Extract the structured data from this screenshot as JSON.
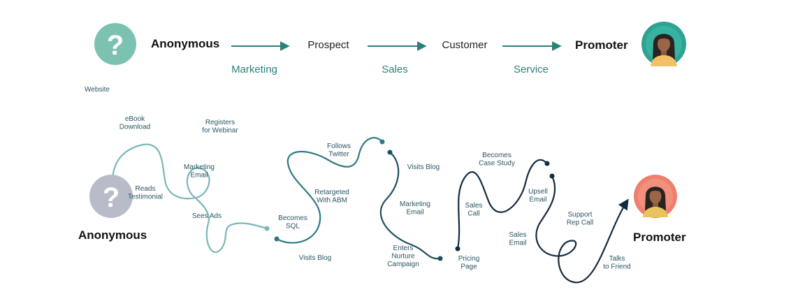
{
  "colors": {
    "teal": "#2d7f78",
    "teal_light": "#79b7b8",
    "teal_mid": "#2f7a80",
    "teal_dark": "#1d4f5e",
    "navy": "#142a3f",
    "unknown_teal": "#7cc2b3",
    "unknown_gray": "#b7bcc8",
    "promoter_teal": "#2fa391",
    "promoter_coral": "#ef7f6d"
  },
  "top_flow": {
    "start_label": "Anonymous",
    "stages": [
      "Prospect",
      "Customer"
    ],
    "end_label": "Promoter",
    "teams": [
      "Marketing",
      "Sales",
      "Service"
    ],
    "start_icon": "question-icon",
    "end_icon": "person-icon"
  },
  "journey": {
    "start_label": "Anonymous",
    "end_label": "Promoter",
    "touchpoints": [
      {
        "id": "website",
        "lines": [
          "Website"
        ]
      },
      {
        "id": "ebook",
        "lines": [
          "eBook",
          "Download"
        ]
      },
      {
        "id": "webinar",
        "lines": [
          "Registers",
          "for Webinar"
        ]
      },
      {
        "id": "testimonial",
        "lines": [
          "Reads",
          "Testimonial"
        ]
      },
      {
        "id": "marketing-email-1",
        "lines": [
          "Marketing",
          "Email"
        ]
      },
      {
        "id": "sees-ads",
        "lines": [
          "Sees Ads"
        ]
      },
      {
        "id": "becomes-sql",
        "lines": [
          "Becomes",
          "SQL"
        ]
      },
      {
        "id": "visits-blog-1",
        "lines": [
          "Visits Blog"
        ]
      },
      {
        "id": "retargeted",
        "lines": [
          "Retargeted",
          "With ABM"
        ]
      },
      {
        "id": "follows-twitter",
        "lines": [
          "Follows",
          "Twitter"
        ]
      },
      {
        "id": "visits-blog-2",
        "lines": [
          "Visits Blog"
        ]
      },
      {
        "id": "marketing-email-2",
        "lines": [
          "Marketing",
          "Email"
        ]
      },
      {
        "id": "nurture",
        "lines": [
          "Enters",
          "Nurture",
          "Campaign"
        ]
      },
      {
        "id": "pricing",
        "lines": [
          "Pricing",
          "Page"
        ]
      },
      {
        "id": "sales-call",
        "lines": [
          "Sales",
          "Call"
        ]
      },
      {
        "id": "case-study",
        "lines": [
          "Becomes",
          "Case Study"
        ]
      },
      {
        "id": "upsell",
        "lines": [
          "Upsell",
          "Email"
        ]
      },
      {
        "id": "sales-email",
        "lines": [
          "Sales",
          "Email"
        ]
      },
      {
        "id": "support-call",
        "lines": [
          "Support",
          "Rep Call"
        ]
      },
      {
        "id": "talks-friend",
        "lines": [
          "Talks",
          "to Friend"
        ]
      }
    ]
  }
}
